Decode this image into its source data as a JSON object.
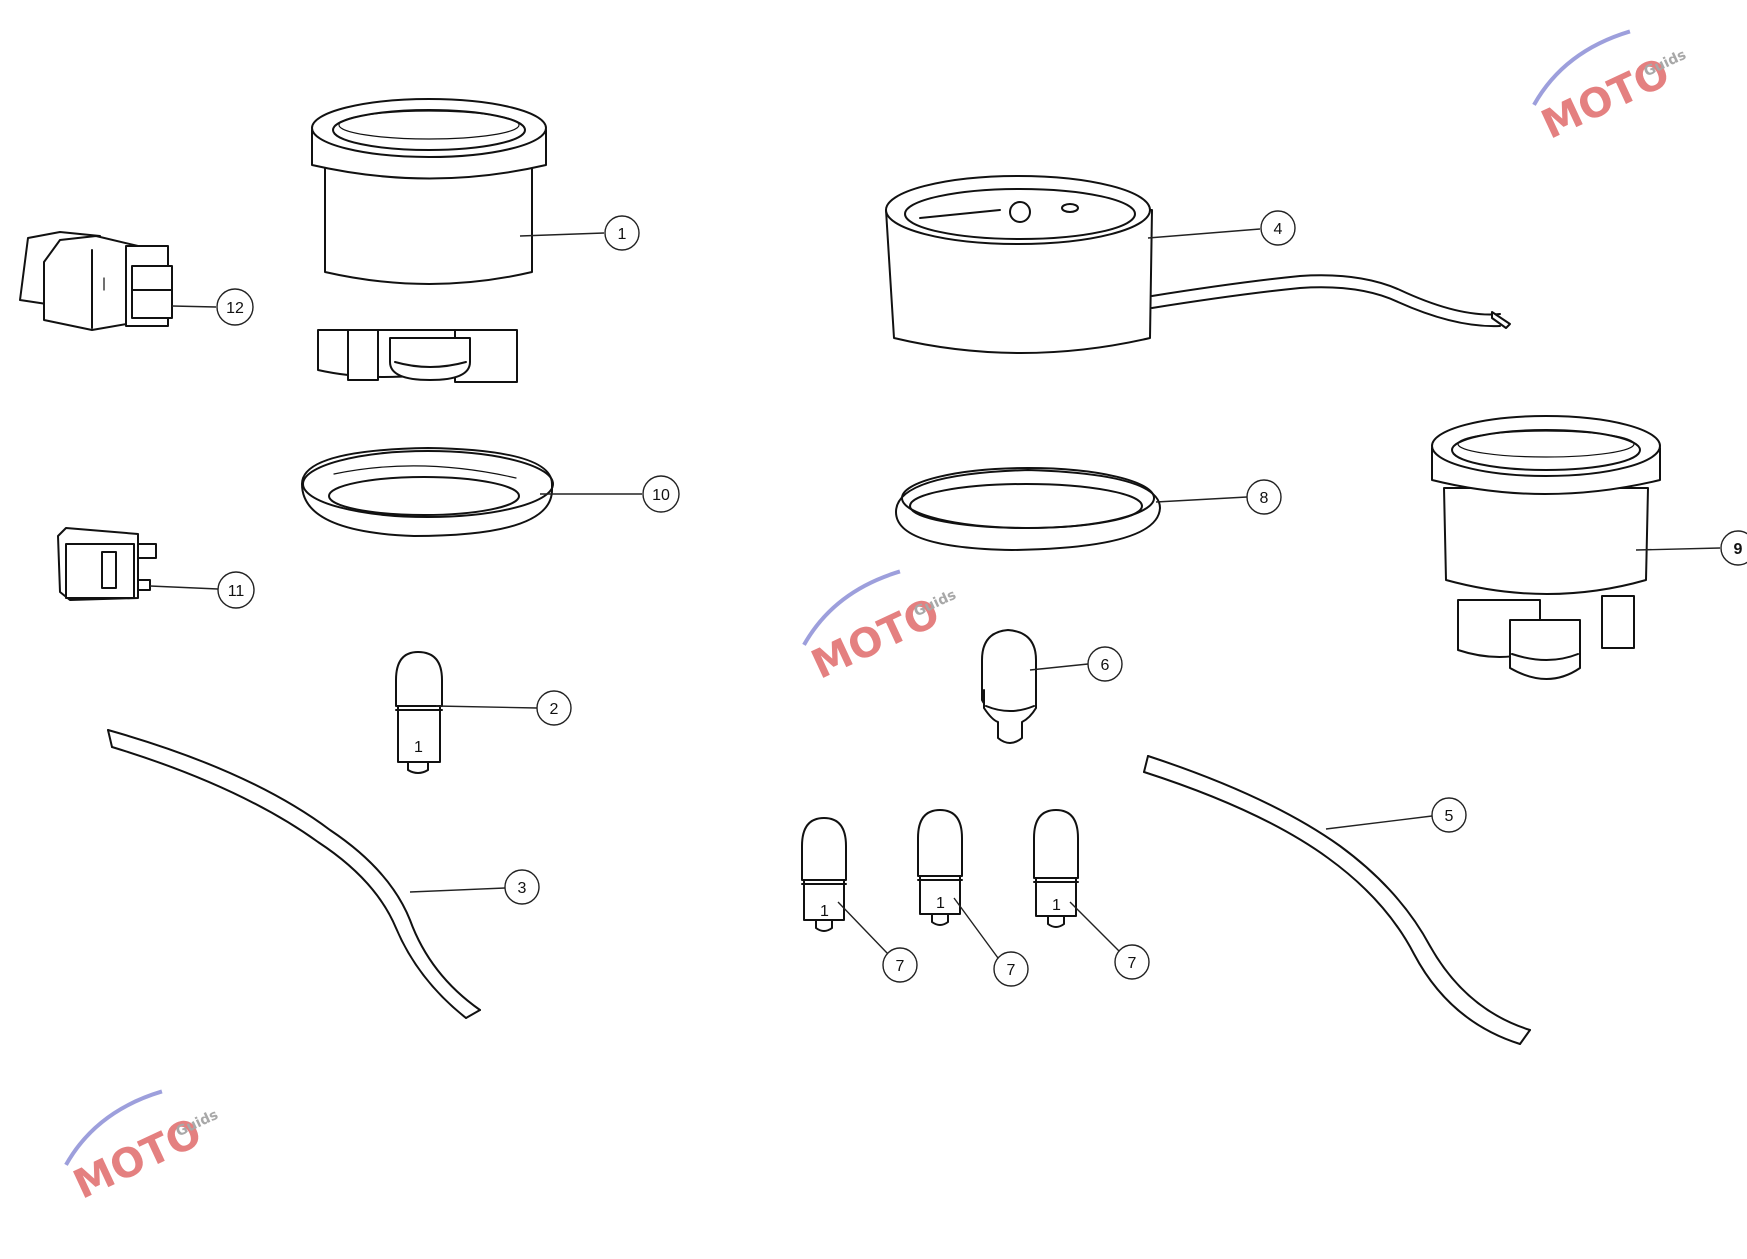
{
  "callouts": [
    {
      "id": "1",
      "label": "1"
    },
    {
      "id": "2",
      "label": "2"
    },
    {
      "id": "3",
      "label": "3"
    },
    {
      "id": "4",
      "label": "4"
    },
    {
      "id": "5",
      "label": "5"
    },
    {
      "id": "6",
      "label": "6"
    },
    {
      "id": "7a",
      "label": "7"
    },
    {
      "id": "7b",
      "label": "7"
    },
    {
      "id": "7c",
      "label": "7"
    },
    {
      "id": "8",
      "label": "8"
    },
    {
      "id": "9",
      "label": "9"
    },
    {
      "id": "10",
      "label": "10"
    },
    {
      "id": "11",
      "label": "11"
    },
    {
      "id": "12",
      "label": "12"
    }
  ],
  "watermark": {
    "brand": "MOTO",
    "sub": "Guids",
    "colors": {
      "red": "#e06a6a",
      "blue": "#8c8fd6",
      "gray": "#9a9a9a"
    }
  },
  "bulb_marking": "1"
}
